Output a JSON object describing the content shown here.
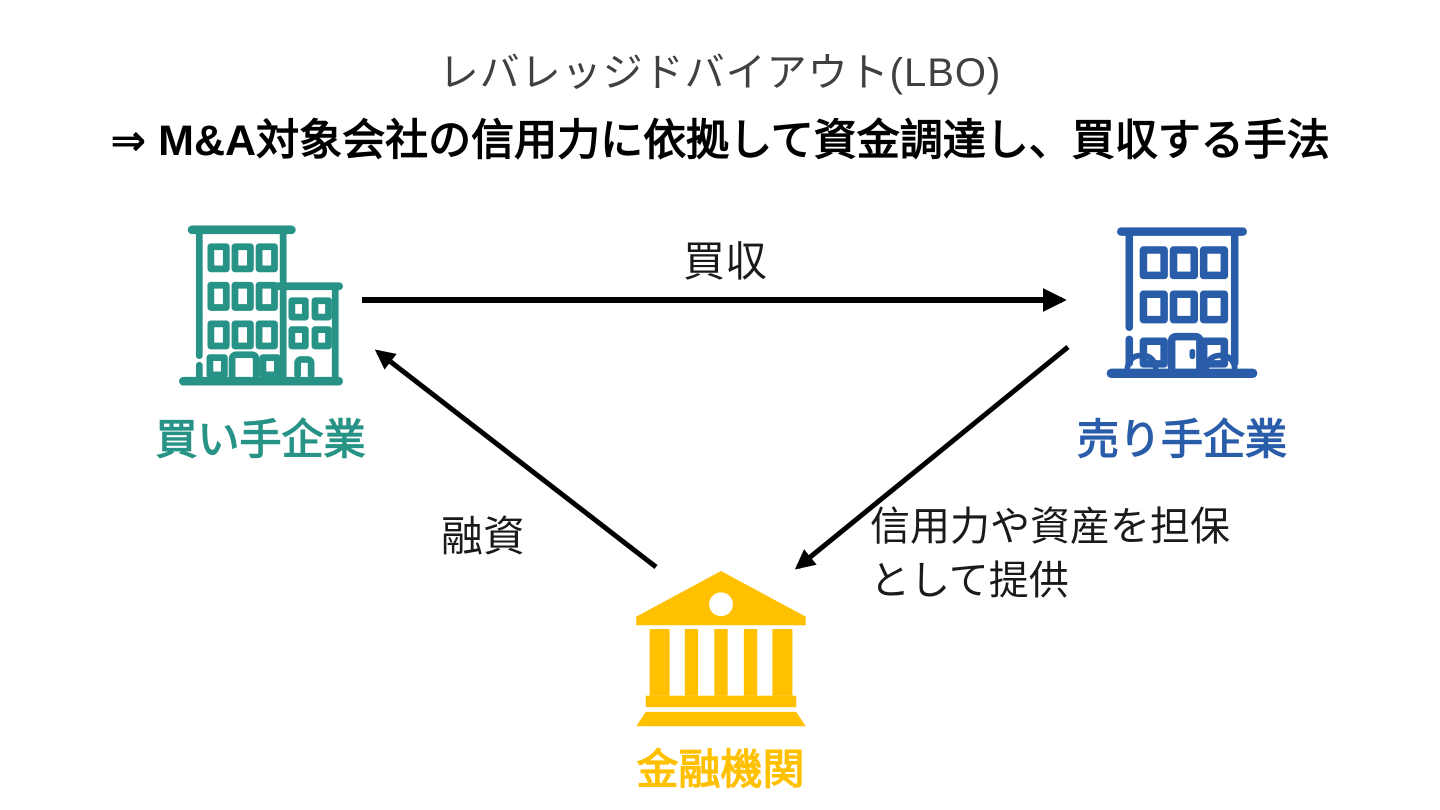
{
  "title": "レバレッジドバイアウト(LBO)",
  "subtitle": "⇒ M&A対象会社の信用力に依拠して資金調達し、買収する手法",
  "nodes": {
    "buyer": {
      "label": "買い手企業",
      "color": "#279386"
    },
    "seller": {
      "label": "売り手企業",
      "color": "#2A5DA9"
    },
    "bank": {
      "label": "金融機関",
      "color": "#FFC000"
    }
  },
  "edges": {
    "acquisition": {
      "label": "買収",
      "from": "買い手企業",
      "to": "売り手企業"
    },
    "financing": {
      "label": "融資",
      "from": "金融機関",
      "to": "買い手企業"
    },
    "collateral": {
      "label": "信用力や資産を担保\nとして提供",
      "from": "売り手企業",
      "to": "金融機関"
    }
  },
  "colors": {
    "arrow": "#000000",
    "title_text": "#404040",
    "body_text": "#1a1a1a",
    "background": "#ffffff"
  }
}
